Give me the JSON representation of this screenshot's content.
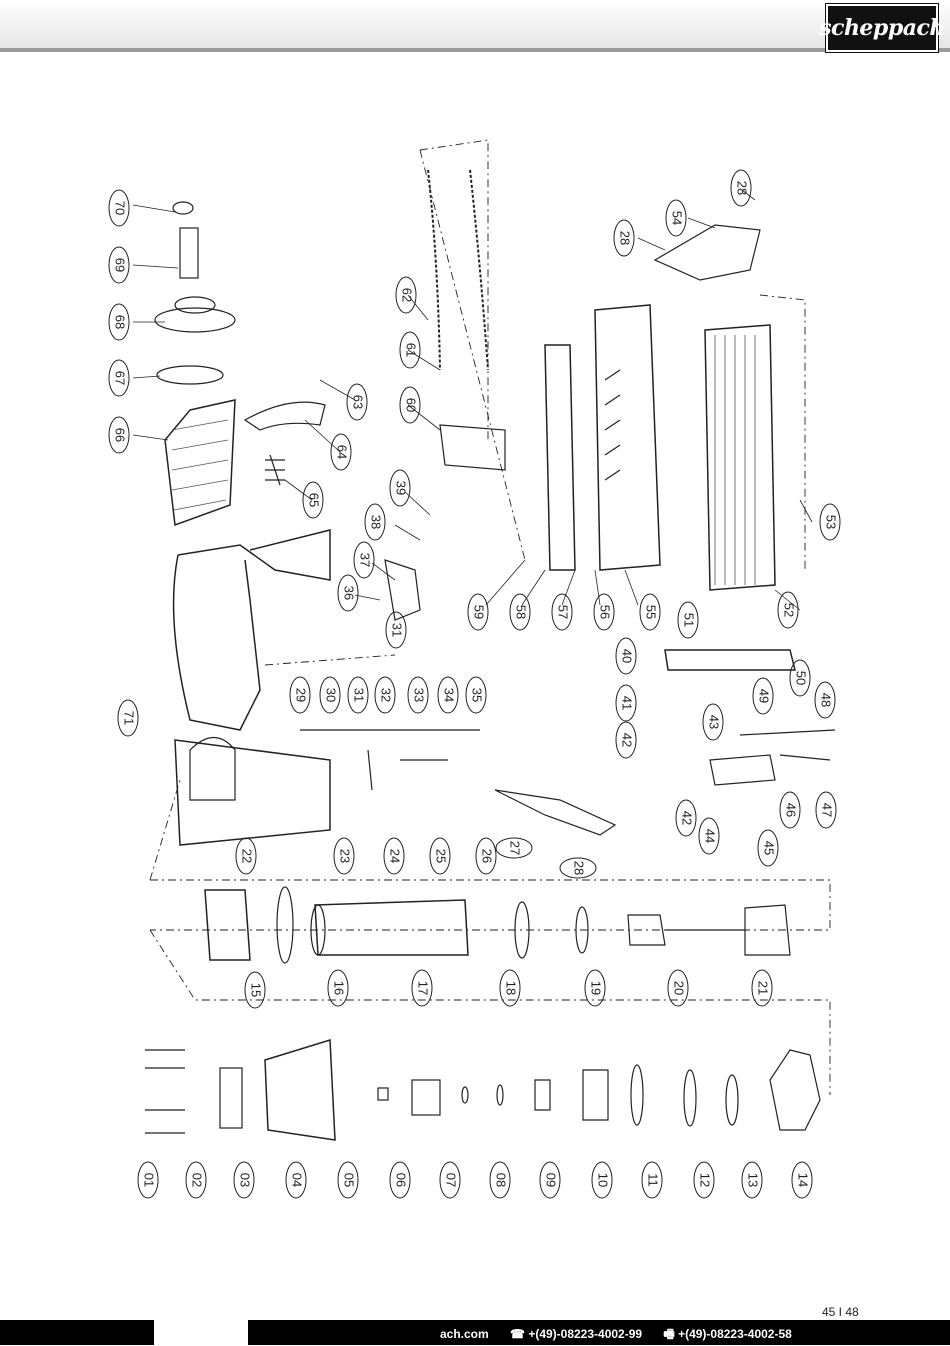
{
  "header": {
    "brand": "scheppach"
  },
  "page": {
    "number_text": "45 I 48"
  },
  "footer": {
    "website": "ach.com",
    "phone": "☎ +(49)-08223-4002-99",
    "fax": "🖷 +(49)-08223-4002-58"
  },
  "parts": [
    "01",
    "02",
    "03",
    "04",
    "05",
    "06",
    "07",
    "08",
    "09",
    "10",
    "11",
    "12",
    "13",
    "14",
    "15",
    "16",
    "17",
    "18",
    "19",
    "20",
    "21",
    "22",
    "23",
    "24",
    "25",
    "26",
    "27",
    "28",
    "29",
    "30",
    "31",
    "32",
    "33",
    "34",
    "35",
    "36",
    "37",
    "38",
    "39",
    "40",
    "41",
    "42",
    "43",
    "44",
    "45",
    "46",
    "47",
    "48",
    "49",
    "50",
    "51",
    "52",
    "53",
    "54",
    "55",
    "56",
    "57",
    "58",
    "59",
    "60",
    "61",
    "62",
    "63",
    "64",
    "65",
    "66",
    "67",
    "68",
    "69",
    "70",
    "71"
  ]
}
